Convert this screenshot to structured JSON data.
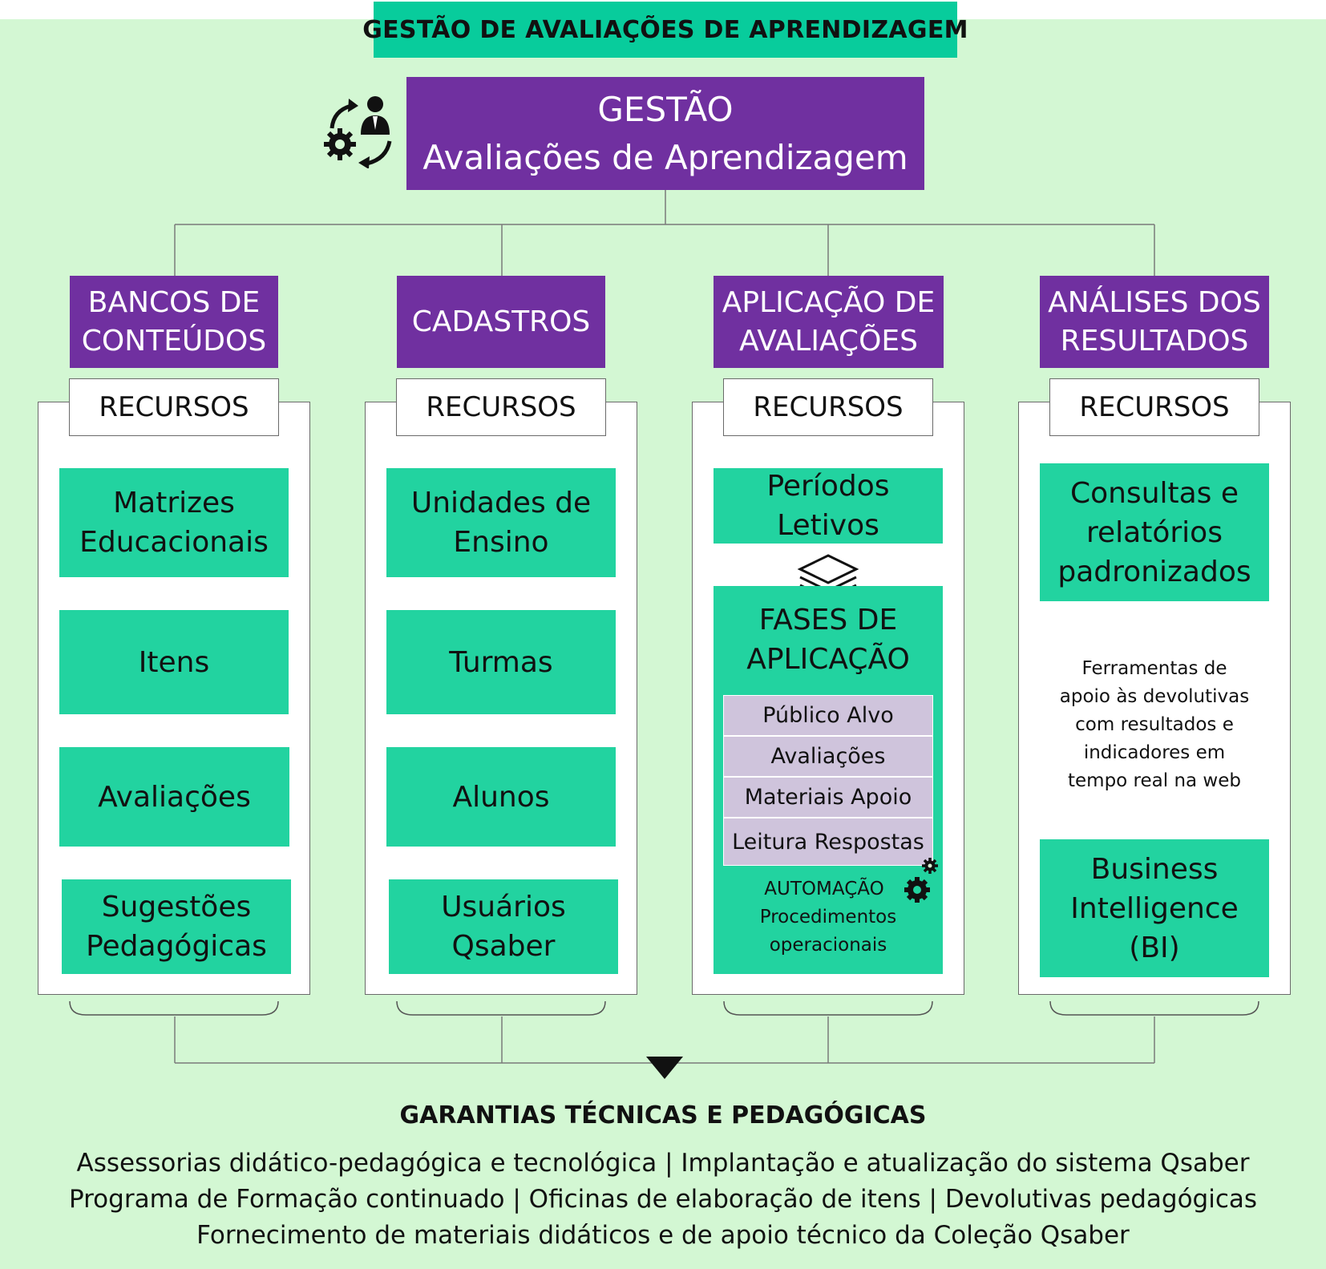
{
  "header": {
    "title": "GESTÃO DE AVALIAÇÕES DE APRENDIZAGEM"
  },
  "main": {
    "line1": "GESTÃO",
    "line2": "Avaliações de Aprendizagem",
    "icon": "management-cycle-icon"
  },
  "columns": [
    {
      "title": [
        "BANCOS DE",
        "CONTEÚDOS"
      ],
      "resources_label": "RECURSOS",
      "items": [
        [
          "Matrizes",
          "Educacionais"
        ],
        [
          "Itens"
        ],
        [
          "Avaliações"
        ],
        [
          "Sugestões",
          "Pedagógicas"
        ]
      ]
    },
    {
      "title": [
        "CADASTROS"
      ],
      "resources_label": "RECURSOS",
      "items": [
        [
          "Unidades de",
          "Ensino"
        ],
        [
          "Turmas"
        ],
        [
          "Alunos"
        ],
        [
          "Usuários",
          "Qsaber"
        ]
      ]
    },
    {
      "title": [
        "APLICAÇÃO DE",
        "AVALIAÇÕES"
      ],
      "resources_label": "RECURSOS",
      "periods": [
        "Períodos",
        "Letivos"
      ],
      "phases_title": [
        "FASES DE",
        "APLICAÇÃO"
      ],
      "phase_items": [
        "Público Alvo",
        "Avaliações",
        "Materiais Apoio",
        "Leitura Respostas"
      ],
      "automation": [
        "AUTOMAÇÃO",
        "Procedimentos",
        "operacionais"
      ]
    },
    {
      "title": [
        "ANÁLISES DOS",
        "RESULTADOS"
      ],
      "resources_label": "RECURSOS",
      "reports": [
        "Consultas e",
        "relatórios",
        "padronizados"
      ],
      "note": [
        "Ferramentas de",
        "apoio às devolutivas",
        "com resultados e",
        "indicadores em",
        "tempo real na web"
      ],
      "bi": [
        "Business",
        "Intelligence",
        "(BI)"
      ]
    }
  ],
  "garantias": {
    "title": "GARANTIAS TÉCNICAS E PEDAGÓGICAS",
    "lines": [
      "Assessorias didático-pedagógica e tecnológica | Implantação e atualização do sistema Qsaber",
      "Programa de Formação continuado | Oficinas de elaboração de itens | Devolutivas pedagógicas",
      "Fornecimento de materiais didáticos e de apoio técnico da Coleção Qsaber"
    ]
  },
  "colors": {
    "purple": "#7030a0",
    "teal": "#22d3a0",
    "banner": "#08cc9c",
    "background": "#d3f7d3",
    "lavender": "#cfc4dc"
  }
}
